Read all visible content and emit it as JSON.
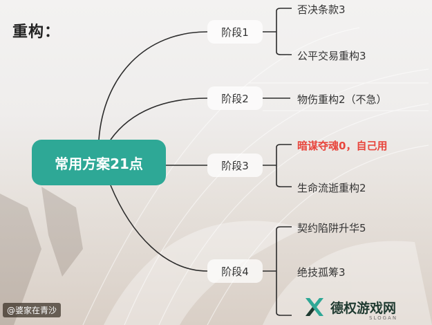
{
  "heading": "重构：",
  "root": {
    "label": "常用方案21点"
  },
  "stages": [
    {
      "label": "阶段1",
      "items": [
        {
          "text": "否决条款3"
        },
        {
          "text": "公平交易重构3"
        }
      ]
    },
    {
      "label": "阶段2",
      "items": [
        {
          "text": "物伤重构2（不急）"
        }
      ]
    },
    {
      "label": "阶段3",
      "items": [
        {
          "text": "暗谋夺魂0，自己用",
          "highlight": true
        },
        {
          "text": "生命流逝重构2"
        }
      ]
    },
    {
      "label": "阶段4",
      "items": [
        {
          "text": "契约陷阱升华5"
        },
        {
          "text": "绝技孤筹3"
        }
      ]
    }
  ],
  "watermark": "@婆家在青沙",
  "logo": {
    "name": "德权游戏网",
    "slogan": "SLOGAN",
    "colors": {
      "green": "#2ea896",
      "dark": "#1f3a30"
    }
  },
  "colors": {
    "root_bg": "#2ea896",
    "highlight": "#e8453c",
    "line": "#2b2b2b"
  }
}
